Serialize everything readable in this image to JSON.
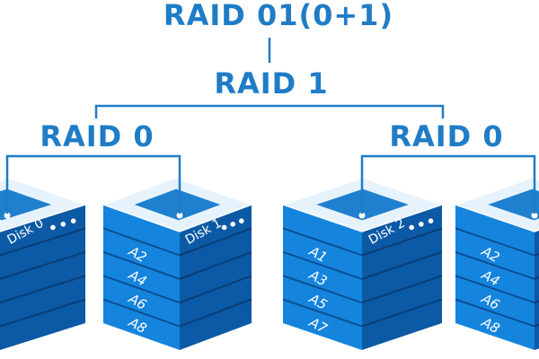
{
  "title": "RAID 01(0+1)",
  "mirror_label": "RAID 1",
  "stripe_groups": [
    {
      "label": "RAID 0"
    },
    {
      "label": "RAID 0"
    }
  ],
  "disks": [
    {
      "name": "Disk 0",
      "blocks": []
    },
    {
      "name": "Disk 1",
      "blocks": [
        "A2",
        "A4",
        "A6",
        "A8"
      ]
    },
    {
      "name": "Disk 2",
      "blocks": [
        "A1",
        "A3",
        "A5",
        "A7"
      ]
    },
    {
      "name": "",
      "blocks": [
        "A2",
        "A4",
        "A6",
        "A8"
      ]
    }
  ],
  "colors": {
    "label": "#1f7cc7",
    "line": "#1f7cc7",
    "top_face": "#e6f3fc",
    "top_panel": "#1f80cf",
    "front_face": "#1584dd",
    "side_face": "#0c5aa6",
    "divider_front": "#0b4f94",
    "divider_side": "#083e76"
  }
}
